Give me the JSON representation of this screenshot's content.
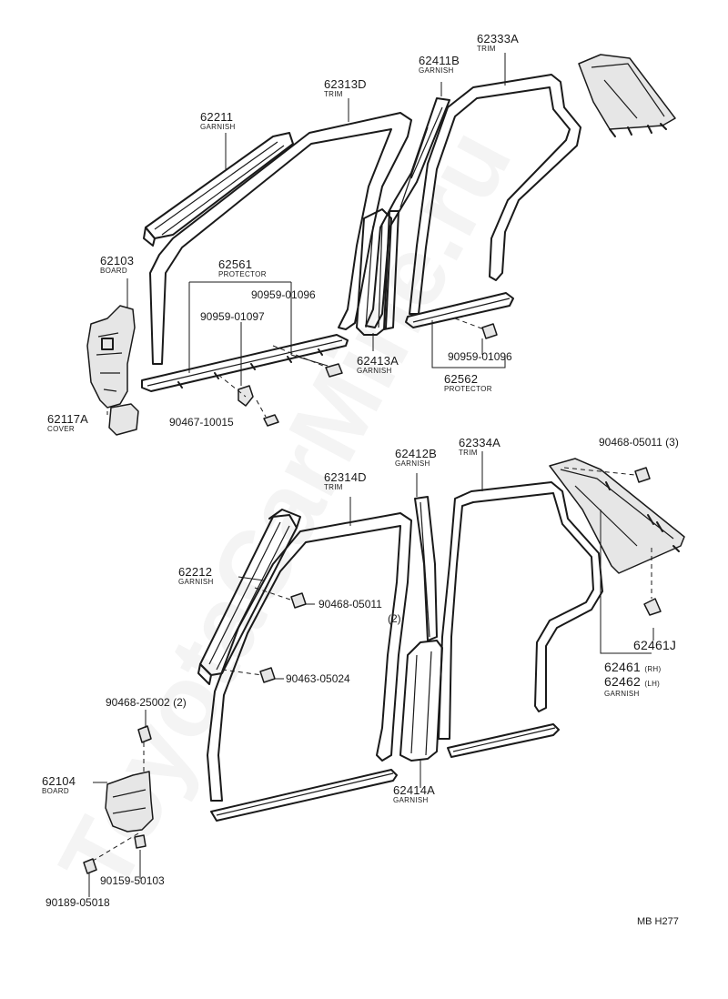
{
  "watermark": "ToyotaCarMine.ru",
  "diagram_code": "MB H277",
  "labels": {
    "p62211": {
      "number": "62211",
      "name": "GARNISH"
    },
    "p62313D": {
      "number": "62313D",
      "name": "TRIM"
    },
    "p62411B": {
      "number": "62411B",
      "name": "GARNISH"
    },
    "p62333A": {
      "number": "62333A",
      "name": "TRIM"
    },
    "p62103": {
      "number": "62103",
      "name": "BOARD"
    },
    "p62561": {
      "number": "62561",
      "name": "PROTECTOR"
    },
    "p90959_01096a": {
      "number": "90959-01096"
    },
    "p90959_01097": {
      "number": "90959-01097"
    },
    "p62413A": {
      "number": "62413A",
      "name": "GARNISH"
    },
    "p90959_01096b": {
      "number": "90959-01096"
    },
    "p62562": {
      "number": "62562",
      "name": "PROTECTOR"
    },
    "p62117A": {
      "number": "62117A",
      "name": "COVER"
    },
    "p90467_10015": {
      "number": "90467-10015"
    },
    "p62412B": {
      "number": "62412B",
      "name": "GARNISH"
    },
    "p62334A": {
      "number": "62334A",
      "name": "TRIM"
    },
    "p90468_05011a": {
      "number": "90468-05011 (3)"
    },
    "p62314D": {
      "number": "62314D",
      "name": "TRIM"
    },
    "p62212": {
      "number": "62212",
      "name": "GARNISH"
    },
    "p90468_05011b": {
      "number": "90468-05011",
      "qty": "(2)"
    },
    "p62461J": {
      "number": "62461J"
    },
    "p62461": {
      "number": "62461",
      "side": "(RH)"
    },
    "p62462": {
      "number": "62462",
      "side": "(LH)",
      "name": "GARNISH"
    },
    "p90463_05024": {
      "number": "90463-05024"
    },
    "p90468_25002": {
      "number": "90468-25002 (2)"
    },
    "p62104": {
      "number": "62104",
      "name": "BOARD"
    },
    "p62414A": {
      "number": "62414A",
      "name": "GARNISH"
    },
    "p90159_50103": {
      "number": "90159-50103"
    },
    "p90189_05018": {
      "number": "90189-05018"
    }
  }
}
